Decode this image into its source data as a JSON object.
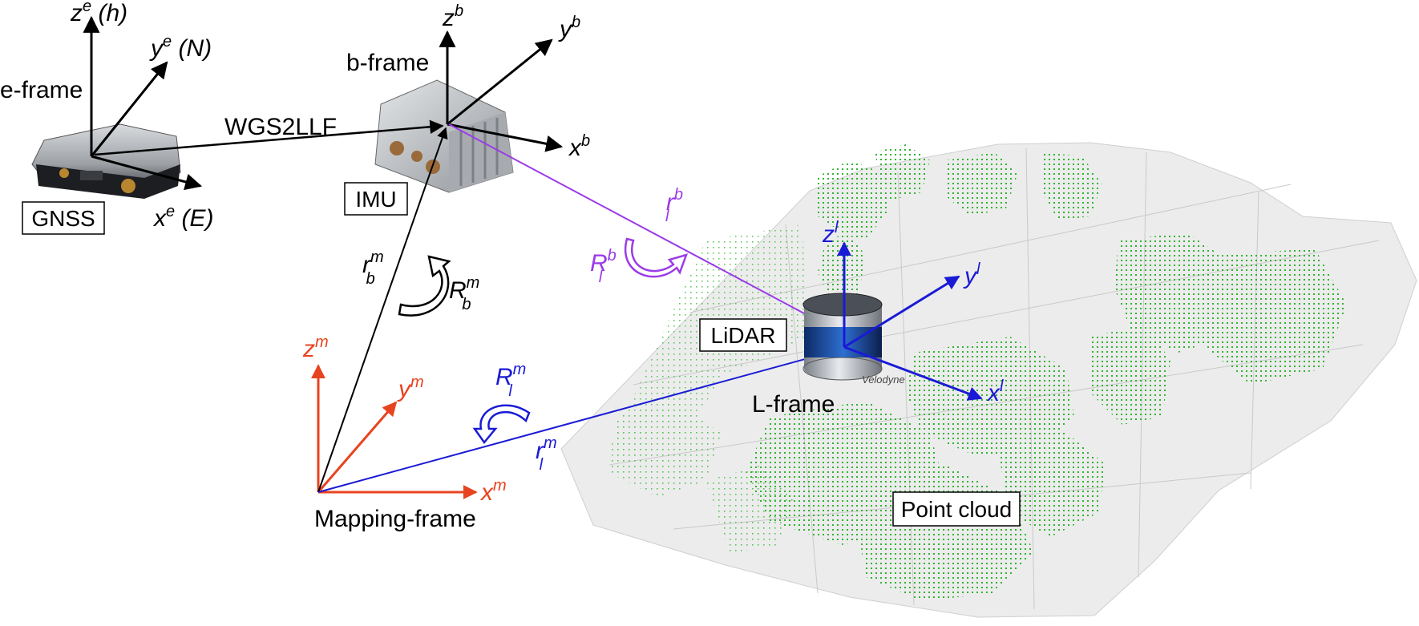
{
  "colors": {
    "black": "#000000",
    "mapping_red": "#e8431f",
    "lidar_blue": "#1a1ad6",
    "imu_purple": "#9b3be8",
    "pointcloud_green": "#2fb52f",
    "terrain_gray": "#d9d9d9"
  },
  "frames": {
    "e_frame": {
      "name": "e-frame",
      "z_axis": {
        "base": "z",
        "sup": "e",
        "suffix": " (h)"
      },
      "y_axis": {
        "base": "y",
        "sup": "e",
        "suffix": " (N)"
      },
      "x_axis": {
        "base": "x",
        "sup": "e",
        "suffix": " (E)"
      }
    },
    "b_frame": {
      "name": "b-frame",
      "z_axis": {
        "base": "z",
        "sup": "b"
      },
      "y_axis": {
        "base": "y",
        "sup": "b"
      },
      "x_axis": {
        "base": "x",
        "sup": "b"
      }
    },
    "mapping_frame": {
      "name": "Mapping-frame",
      "z_axis": {
        "base": "z",
        "sup": "m"
      },
      "y_axis": {
        "base": "y",
        "sup": "m"
      },
      "x_axis": {
        "base": "x",
        "sup": "m"
      }
    },
    "l_frame": {
      "name": "L-frame",
      "z_axis": {
        "base": "z",
        "sup": "l"
      },
      "y_axis": {
        "base": "y",
        "sup": "l"
      },
      "x_axis": {
        "base": "x",
        "sup": "l"
      }
    }
  },
  "devices": {
    "gnss": "GNSS",
    "imu": "IMU",
    "lidar": "LiDAR",
    "point_cloud": "Point cloud",
    "lidar_brand": "Velodyne"
  },
  "transforms": {
    "wgs2llf": "WGS2LLF",
    "r_b_m": {
      "base": "r",
      "sub": "b",
      "sup": "m"
    },
    "R_b_m": {
      "base": "R",
      "sub": "b",
      "sup": "m"
    },
    "r_l_b": {
      "base": "r",
      "sub": "l",
      "sup": "b"
    },
    "R_l_b": {
      "base": "R",
      "sub": "l",
      "sup": "b"
    },
    "r_l_m": {
      "base": "r",
      "sub": "l",
      "sup": "m"
    },
    "R_l_m": {
      "base": "R",
      "sub": "l",
      "sup": "m"
    }
  }
}
